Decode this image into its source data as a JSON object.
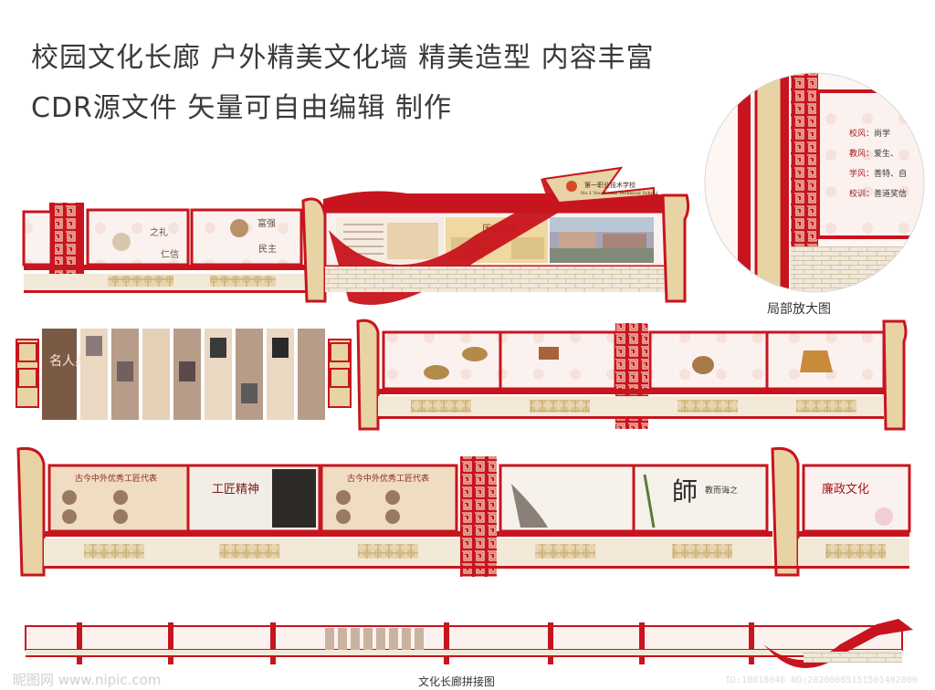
{
  "headline": {
    "line1": "校园文化长廊  户外精美文化墙   精美造型  内容丰富",
    "line2": "CDR源文件  矢量可自由编辑  制作"
  },
  "detail_caption": "局部放大图",
  "bottom_caption": "文化长廊拼接图",
  "watermark": {
    "site": "昵图网 www.nipic.com",
    "id": "ID:10018046 NO:20200605151501402000"
  },
  "school": {
    "name_cn": "第一职业技术学校",
    "name_en": "No.1 Vocational Technical School"
  },
  "detail_lines": [
    {
      "label": "校风：",
      "text": "尚学"
    },
    {
      "label": "教风：",
      "text": "爱生、"
    },
    {
      "label": "学风：",
      "text": "善特、自"
    },
    {
      "label": "校训：",
      "text": "善道奖信"
    }
  ],
  "panel_titles": {
    "history": "历史沿革",
    "mingren": "名人典故",
    "gongjiang": "工匠精神",
    "dongfang": "古今中外优秀工匠代表",
    "shi": "師",
    "shi_sub": "教而诲之",
    "lianzheng": "廉政文化"
  },
  "colors": {
    "red": "#c8141e",
    "beige": "#e8d3a4",
    "brick": "#efe6d6",
    "pink_panel": "#f7e9e6",
    "gold": "#d8b56a",
    "brown": "#7a5a44"
  }
}
